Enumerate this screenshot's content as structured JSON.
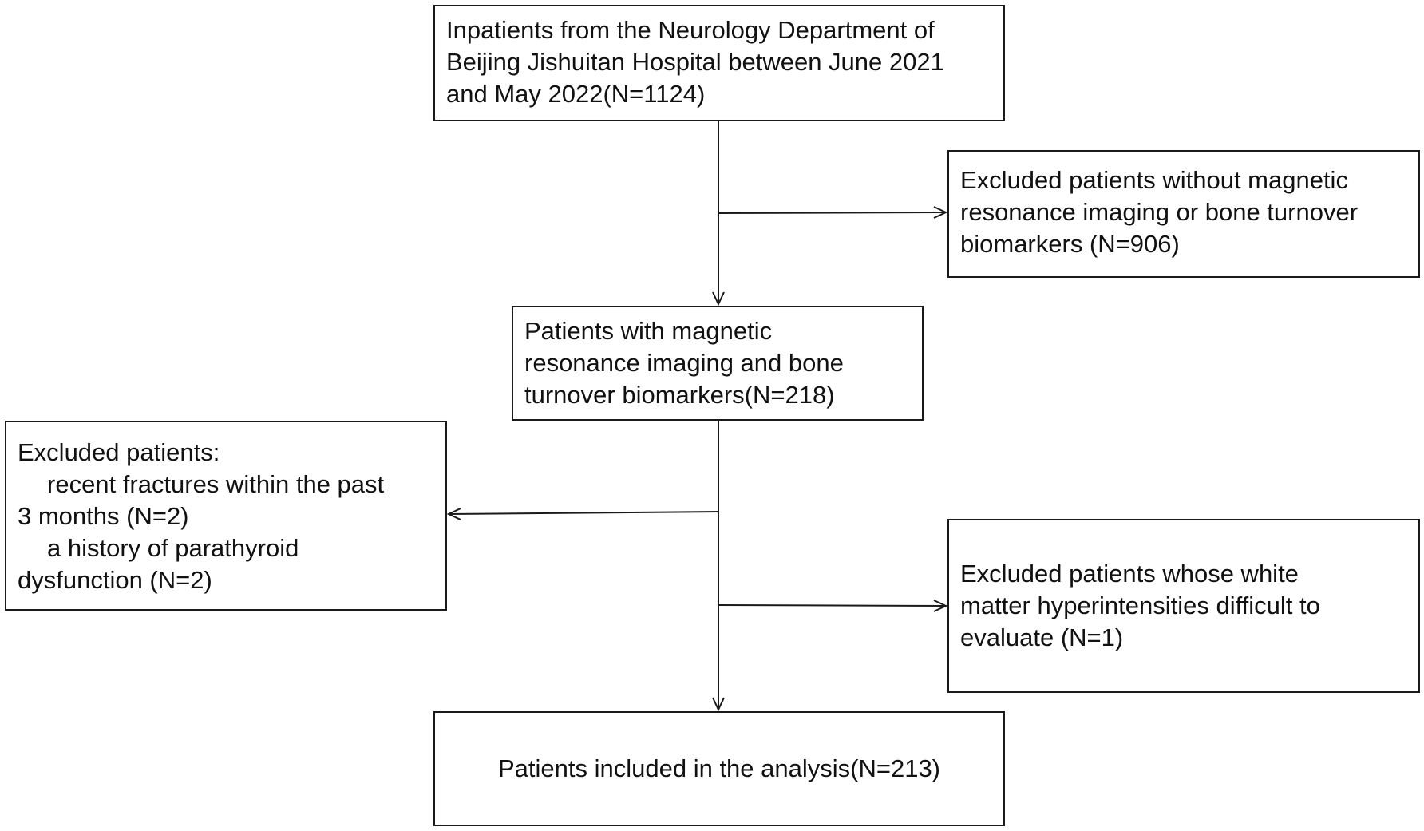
{
  "flowchart": {
    "inpatients": {
      "lines": [
        "Inpatients from the Neurology Department of",
        "Beijing Jishuitan Hospital between June 2021",
        "and May 2022(N=1124)"
      ]
    },
    "excluded_no_mri": {
      "lines": [
        "Excluded patients without magnetic",
        "resonance imaging or bone turnover",
        "biomarkers (N=906)"
      ]
    },
    "with_mri": {
      "lines": [
        "Patients with magnetic",
        "resonance imaging and bone",
        "turnover biomarkers(N=218)"
      ]
    },
    "excluded_fracture_parathyroid": {
      "heading": "Excluded patients:",
      "item1_line1": "recent fractures within the past",
      "item1_line2": "3 months (N=2)",
      "item2_line1": "a history of parathyroid",
      "item2_line2": "dysfunction (N=2)"
    },
    "excluded_wmh": {
      "lines": [
        "Excluded patients whose white",
        "matter hyperintensities difficult to",
        "evaluate (N=1)"
      ]
    },
    "included": {
      "label": "Patients included in the analysis(N=213)"
    }
  }
}
